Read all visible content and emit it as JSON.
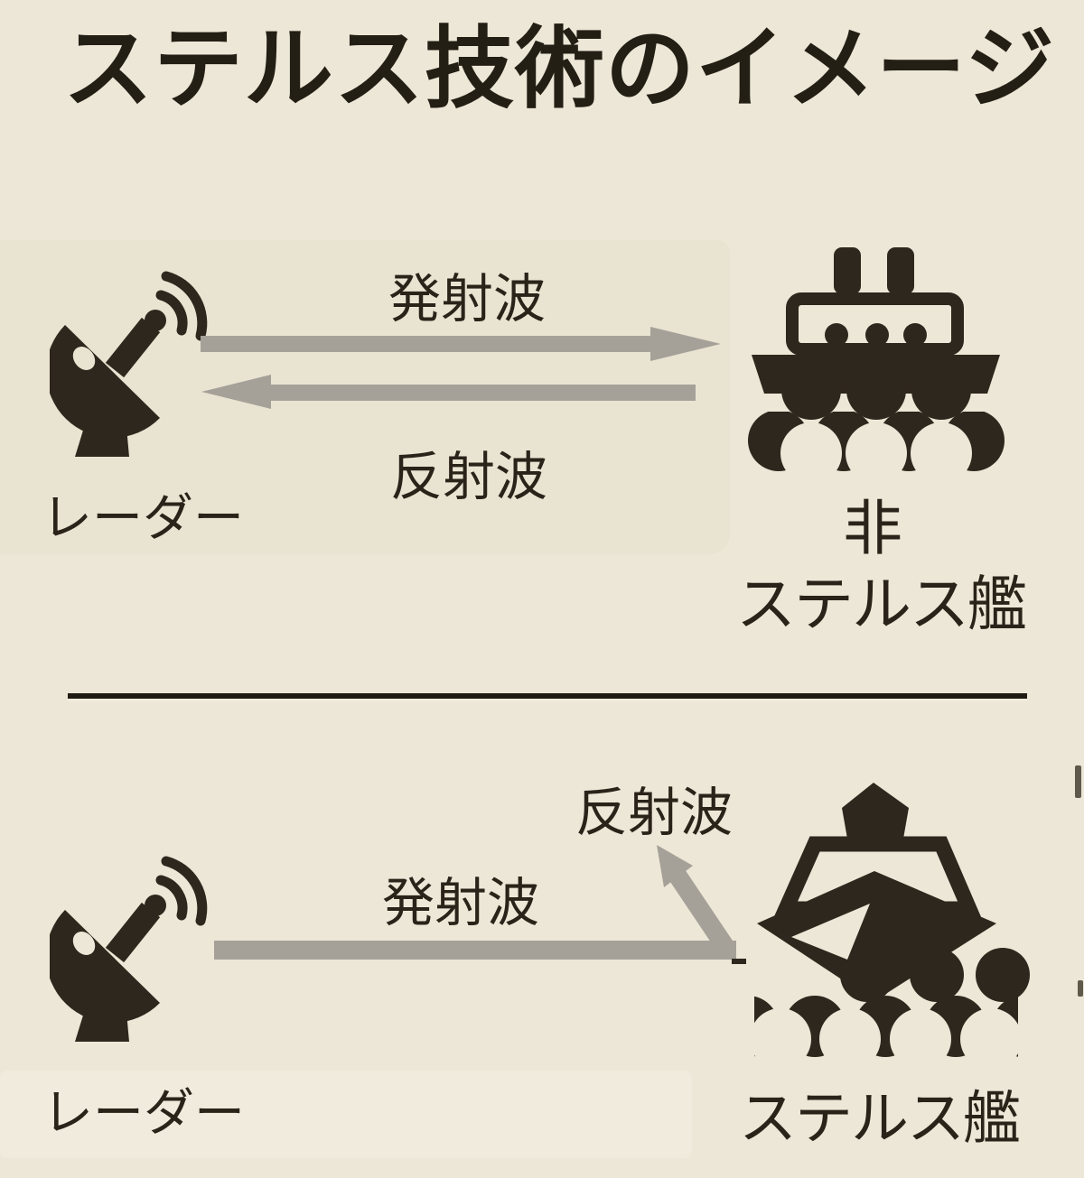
{
  "title": "ステルス技術のイメージ",
  "colors": {
    "background": "#ece7d6",
    "panel": "#e9e4d2",
    "ink": "#2e271d",
    "text": "#2a2319",
    "arrow_gray": "#a6a198",
    "divider": "#1f1a12"
  },
  "top_section": {
    "name": "non-stealth-ship-scenario",
    "radar_label": "レーダー",
    "emitted_wave_label": "発射波",
    "reflected_wave_label": "反射波",
    "ship_label_line1": "非",
    "ship_label_line2": "ステルス艦"
  },
  "bottom_section": {
    "name": "stealth-ship-scenario",
    "radar_label": "レーダー",
    "emitted_wave_label": "発射波",
    "reflected_wave_label": "反射波",
    "ship_label": "ステルス艦"
  },
  "icons": {
    "radar": "radar-dish-icon",
    "conventional_ship": "ship-icon",
    "stealth_ship": "stealth-ship-icon"
  }
}
